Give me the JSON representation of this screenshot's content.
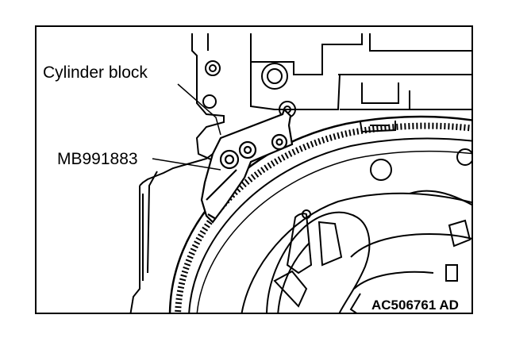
{
  "figure": {
    "labels": {
      "cylinder_block": "Cylinder block",
      "tool": "MB991883"
    },
    "figure_id": "AC506761 AD",
    "colors": {
      "line": "#000000",
      "background": "#ffffff"
    }
  }
}
